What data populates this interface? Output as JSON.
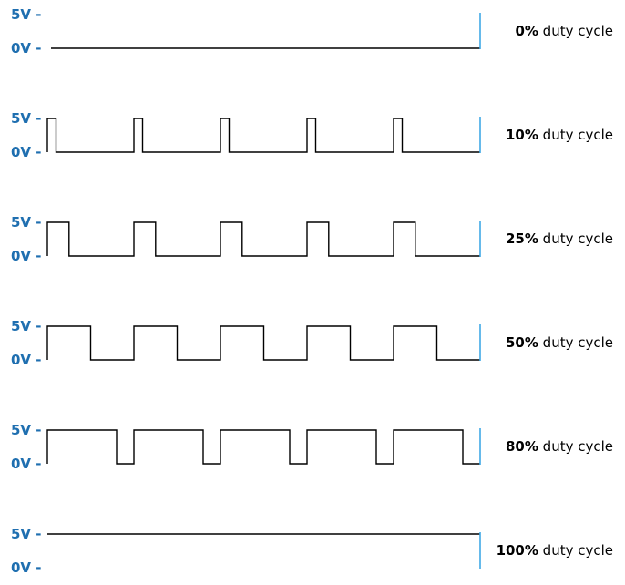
{
  "colors": {
    "axis_label": "#1f6fb0",
    "waveform": "#000000",
    "period_marker": "#3fa9e6",
    "background": "#ffffff"
  },
  "labels": {
    "high": "5V -",
    "low": "0V -",
    "suffix": " duty cycle"
  },
  "waveforms": [
    {
      "duty_percent": 0,
      "label": "0%"
    },
    {
      "duty_percent": 10,
      "label": "10%"
    },
    {
      "duty_percent": 25,
      "label": "25%"
    },
    {
      "duty_percent": 50,
      "label": "50%"
    },
    {
      "duty_percent": 80,
      "label": "80%"
    },
    {
      "duty_percent": 100,
      "label": "100%"
    }
  ],
  "cycles_per_row": 5
}
